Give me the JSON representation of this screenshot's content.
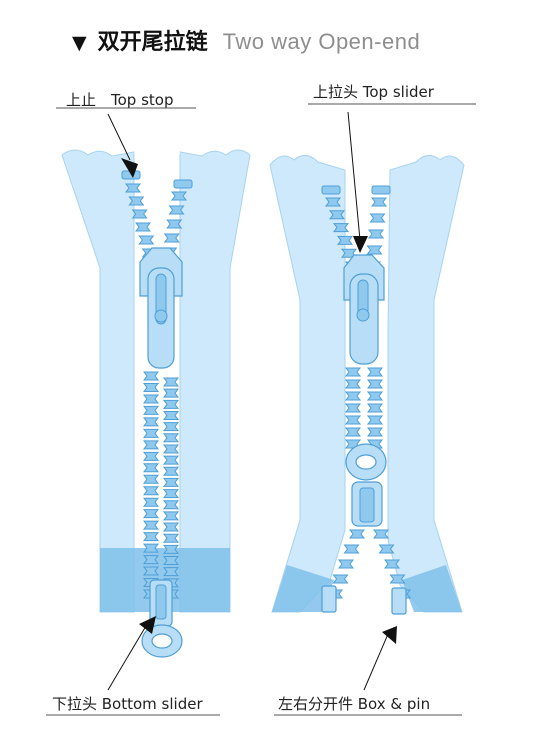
{
  "title": {
    "marker": "▼",
    "chinese": "双开尾拉链",
    "english": "Two way Open-end"
  },
  "labels": {
    "top_stop": "上止　Top stop",
    "top_slider": "上拉头  Top slider",
    "bottom_slider": "下拉头 Bottom slider",
    "box_pin": "左右分开件  Box & pin"
  },
  "colors": {
    "tape": "#cde9fb",
    "tape_stroke": "#a9d3f1",
    "teeth": "#8fc9ee",
    "teeth_stroke": "#4f9fd6",
    "reinforcement": "#7fc0ea",
    "slider": "#b8ddf6",
    "arrow": "#111111",
    "rule_line": "#555555"
  }
}
